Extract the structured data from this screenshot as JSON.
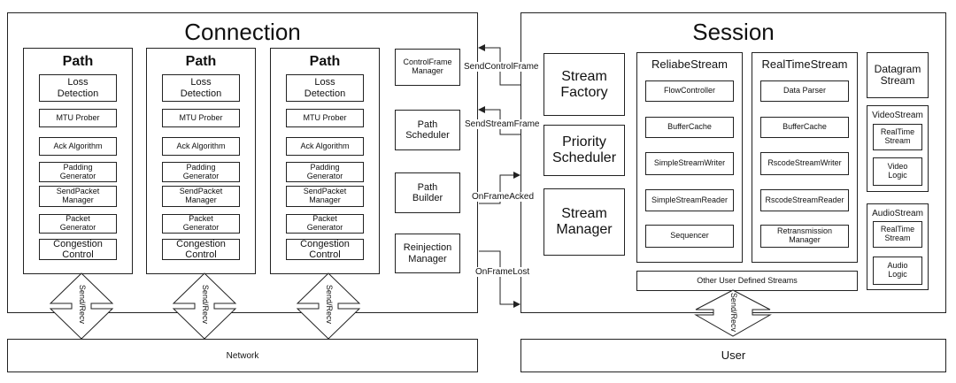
{
  "connection": {
    "title": "Connection",
    "path_title": "Path",
    "path_items": [
      "Loss\nDetection",
      "MTU Prober",
      "Ack Algorithm",
      "Padding\nGenerator",
      "SendPacket\nManager",
      "Packet\nGenerator",
      "Congestion\nControl"
    ],
    "managers": [
      "ControlFrame\nManager",
      "Path\nScheduler",
      "Path\nBuilder",
      "Reinjection\nManager"
    ]
  },
  "flows": [
    "SendControlFrame",
    "SendStreamFrame",
    "OnFrameAcked",
    "OnFrameLost"
  ],
  "session": {
    "title": "Session",
    "left_modules": [
      "Stream\nFactory",
      "Priority\nScheduler",
      "Stream\nManager"
    ],
    "reliable": {
      "title": "ReliabeStream",
      "items": [
        "FlowController",
        "BufferCache",
        "SimpleStreamWriter",
        "SimpleStreamReader",
        "Sequencer"
      ]
    },
    "realtime": {
      "title": "RealTimeStream",
      "items": [
        "Data Parser",
        "BufferCache",
        "RscodeStreamWriter",
        "RscodeStreamReader",
        "Retransmission\nManager"
      ]
    },
    "other_streams": "Other User Defined Streams",
    "datagram": "Datagram\nStream",
    "video": {
      "title": "VideoStream",
      "items": [
        "RealTime\nStream",
        "Video\nLogic"
      ]
    },
    "audio": {
      "title": "AudioStream",
      "items": [
        "RealTime\nStream",
        "Audio\nLogic"
      ]
    }
  },
  "send_recv": "Send/Recv",
  "network": "Network",
  "user": "User"
}
